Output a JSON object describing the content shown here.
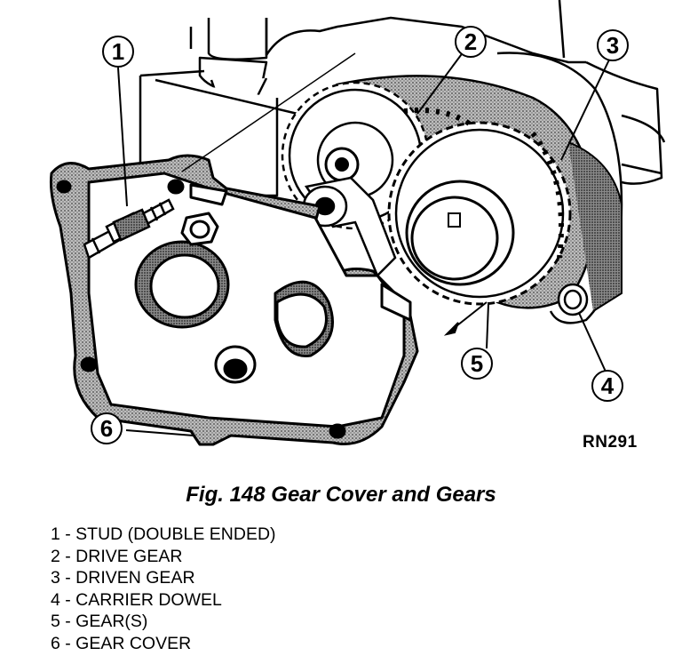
{
  "figure": {
    "code": "RN291",
    "caption": "Fig. 148 Gear Cover and Gears"
  },
  "callouts": [
    {
      "number": "1"
    },
    {
      "number": "2"
    },
    {
      "number": "3"
    },
    {
      "number": "4"
    },
    {
      "number": "5"
    },
    {
      "number": "6"
    }
  ],
  "legend": [
    {
      "number": "1",
      "text": "1 - STUD (DOUBLE ENDED)"
    },
    {
      "number": "2",
      "text": "2 - DRIVE GEAR"
    },
    {
      "number": "3",
      "text": "3 - DRIVEN GEAR"
    },
    {
      "number": "4",
      "text": "4 - CARRIER DOWEL"
    },
    {
      "number": "5",
      "text": "5 - GEAR(S)"
    },
    {
      "number": "6",
      "text": "6 - GEAR COVER"
    }
  ]
}
